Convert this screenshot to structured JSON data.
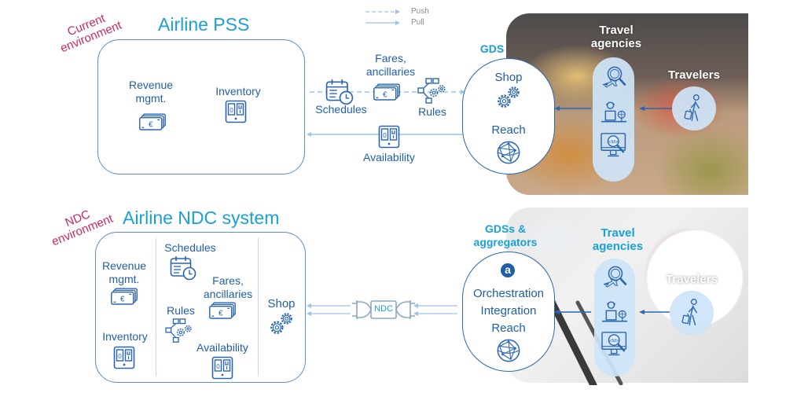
{
  "legend": {
    "push": "Push",
    "pull": "Pull"
  },
  "current": {
    "env_label_line1": "Current",
    "env_label_line2": "environment",
    "system_title": "Airline PSS",
    "modules": [
      {
        "label_line1": "Revenue",
        "label_line2": "mgmt.",
        "icon": "money-euro-icon"
      },
      {
        "label_line1": "Inventory",
        "label_line2": "",
        "icon": "inventory-tablet-icon"
      }
    ],
    "flow": {
      "fares_line1": "Fares,",
      "fares_line2": "ancillaries",
      "schedules": "Schedules",
      "rules": "Rules",
      "availability": "Availability"
    },
    "gds": {
      "title": "GDS",
      "shop": "Shop",
      "reach": "Reach"
    },
    "travel_agencies_line1": "Travel",
    "travel_agencies_line2": "agencies",
    "travelers": "Travelers"
  },
  "ndc": {
    "env_label_line1": "NDC",
    "env_label_line2": "environment",
    "system_title": "Airline NDC system",
    "left_col": {
      "revenue_line1": "Revenue",
      "revenue_line2": "mgmt.",
      "inventory": "Inventory"
    },
    "mid_col": {
      "schedules": "Schedules",
      "fares_line1": "Fares,",
      "fares_line2": "ancillaries",
      "rules": "Rules",
      "availability": "Availability"
    },
    "right_col": {
      "shop": "Shop"
    },
    "connector_label": "NDC",
    "aggregators": {
      "title_line1": "GDSs &",
      "title_line2": "aggregators",
      "logo_letter": "a",
      "orchestration": "Orchestration",
      "integration": "Integration",
      "reach": "Reach"
    },
    "travel_agencies_line1": "Travel",
    "travel_agencies_line2": "agencies",
    "travelers": "Travelers"
  },
  "colors": {
    "title_cyan": "#1aa0d8",
    "env_magenta": "#c8256b",
    "icon_blue": "#1f5ea8",
    "arrow_light": "#9cc3ea",
    "pill_bg": "#cde4f8"
  }
}
